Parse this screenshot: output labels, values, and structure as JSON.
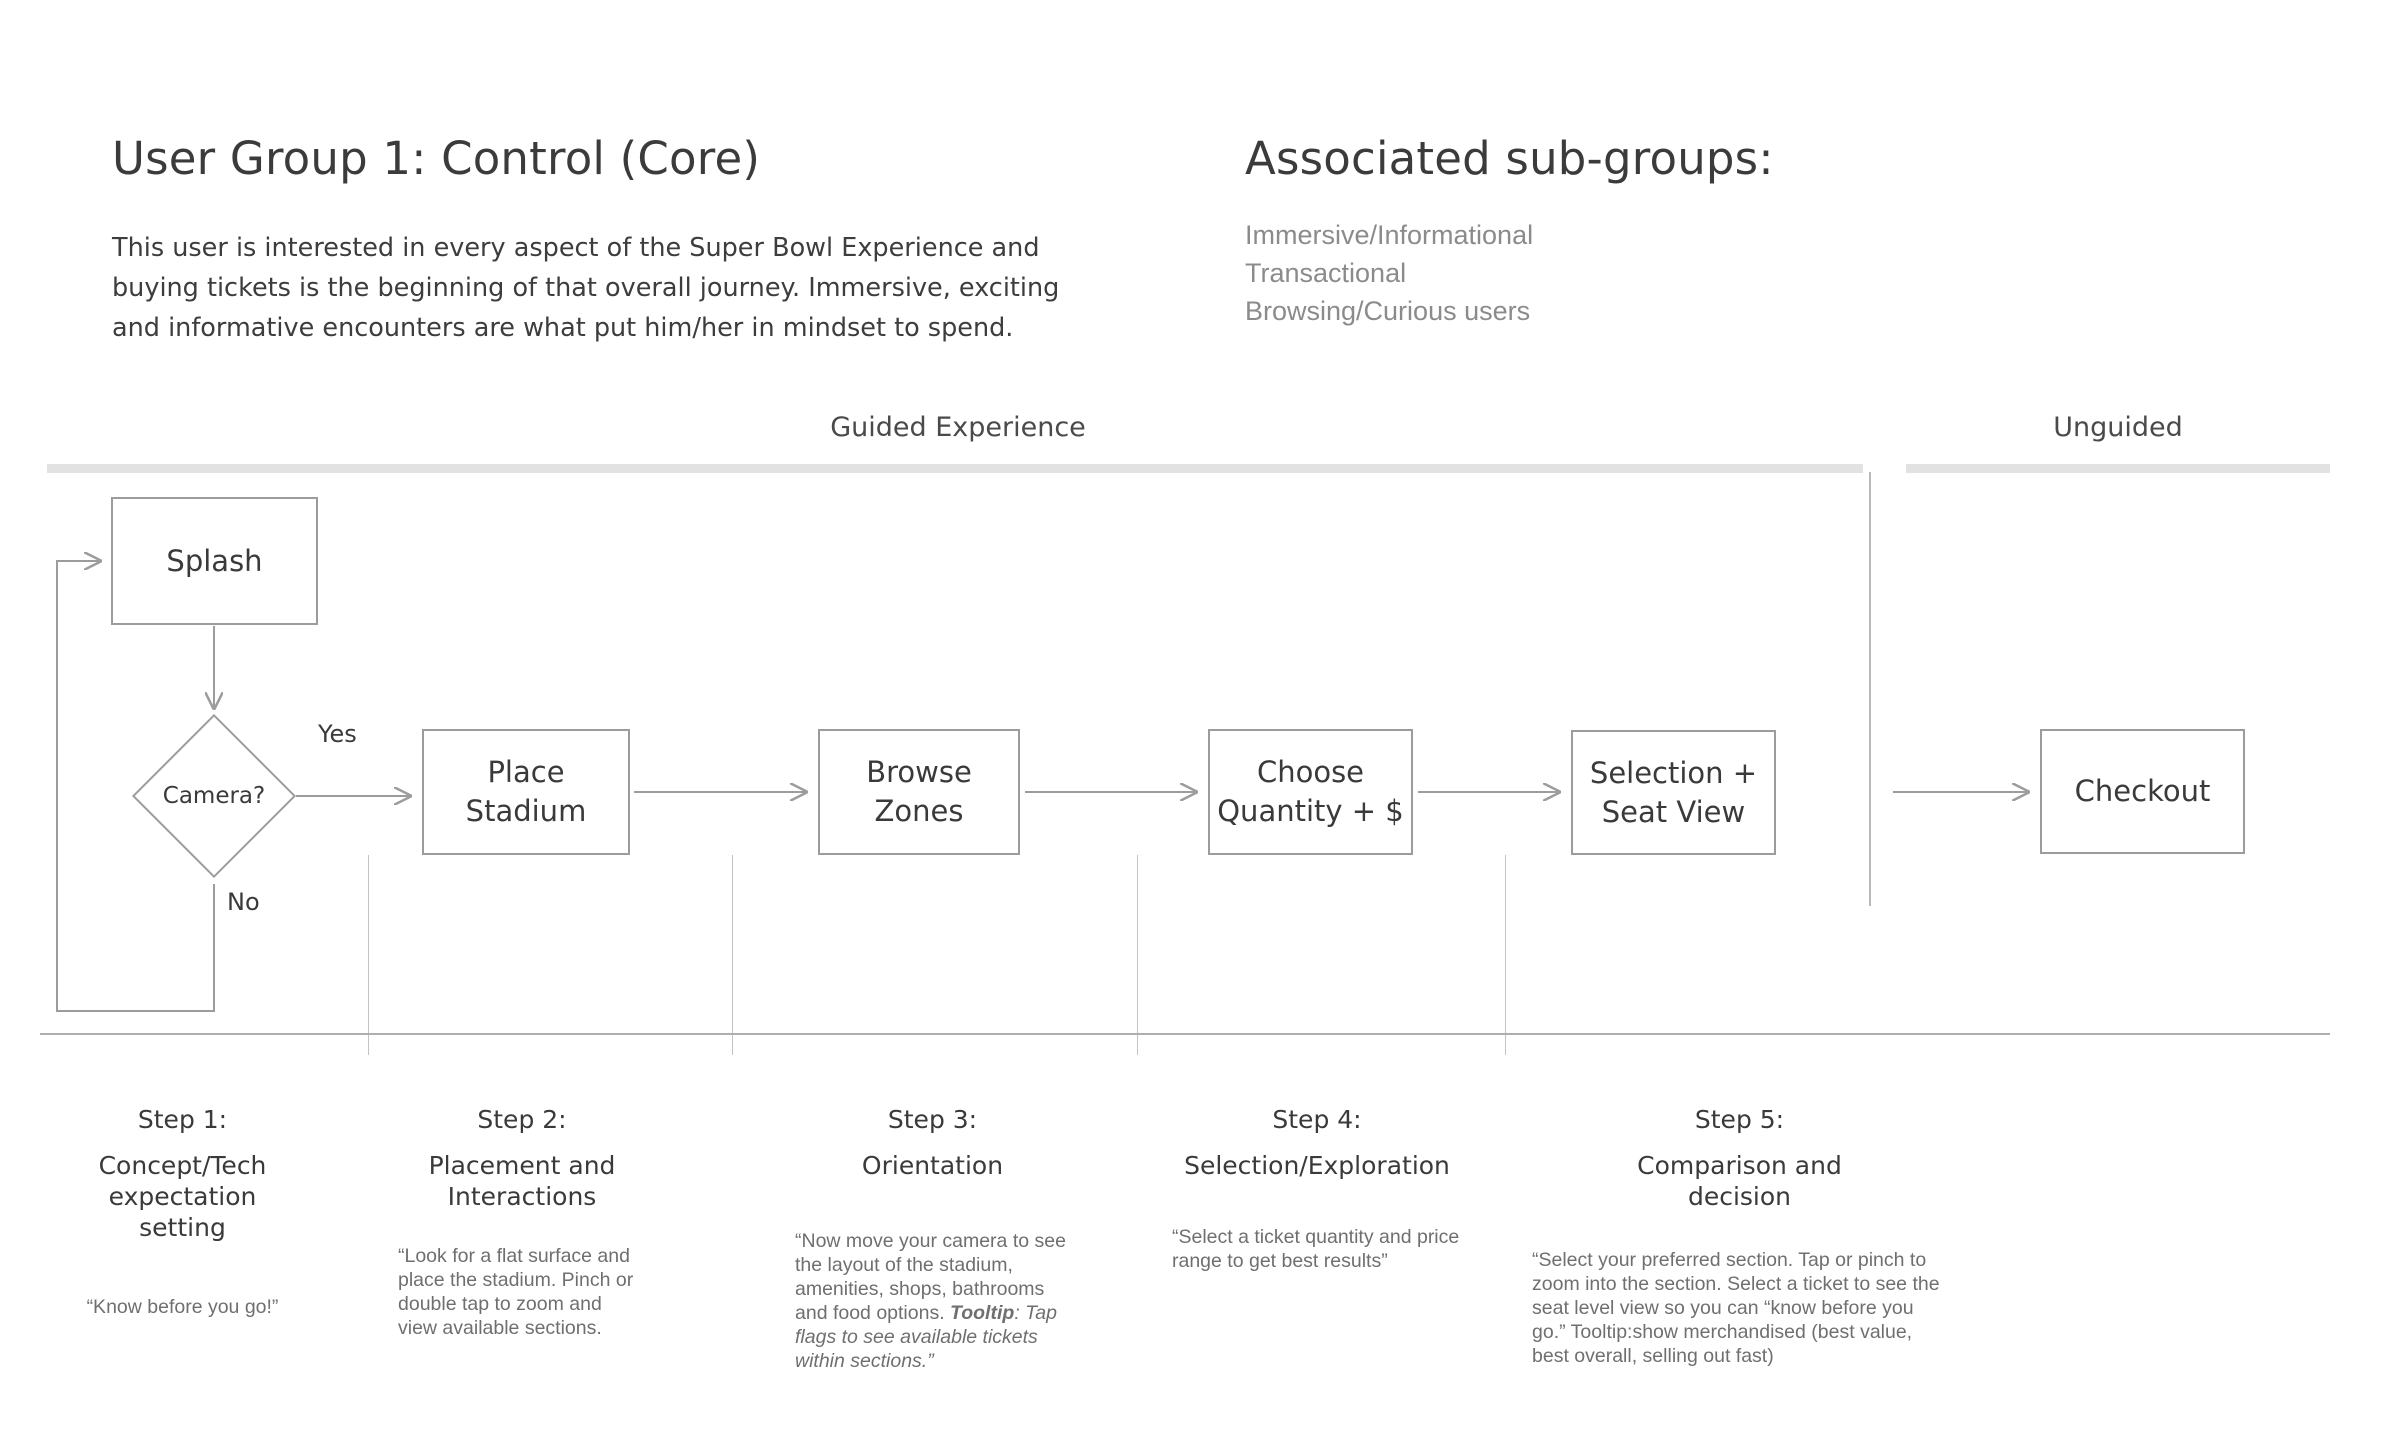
{
  "header": {
    "title_left": "User Group 1: Control (Core)",
    "description": "This user is interested in every aspect of the Super Bowl Experience and buying tickets is the beginning of that overall journey. Immersive, exciting and informative encounters are what put him/her in mindset to spend.",
    "title_right": "Associated sub-groups:",
    "subgroups": [
      "Immersive/Informational",
      "Transactional",
      "Browsing/Curious users"
    ]
  },
  "lanes": {
    "guided_label": "Guided Experience",
    "unguided_label": "Unguided"
  },
  "flow": {
    "nodes": {
      "splash": "Splash",
      "camera": "Camera?",
      "place_stadium": "Place Stadium",
      "browse_zones": "Browse Zones",
      "choose_quantity": "Choose\nQuantity + $",
      "choose_quantity_line1": "Choose",
      "choose_quantity_line2": "Quantity + $",
      "selection_line1": "Selection +",
      "selection_line2": "Seat View",
      "checkout": "Checkout"
    },
    "edge_labels": {
      "yes": "Yes",
      "no": "No"
    }
  },
  "steps": [
    {
      "number": "Step 1:",
      "name": "Concept/Tech\nexpectation setting",
      "name_line1": "Concept/Tech",
      "name_line2": "expectation setting",
      "quote": "“Know before you go!”"
    },
    {
      "number": "Step 2:",
      "name_line1": "Placement and",
      "name_line2": "Interactions",
      "quote": "“Look for a flat surface and place the stadium. Pinch or double tap to zoom and view available sections."
    },
    {
      "number": "Step 3:",
      "name_line1": "Orientation",
      "name_line2": "",
      "quote_plain": "“Now move your camera to see the layout of the stadium, amenities, shops, bathrooms and food options. ",
      "quote_bold": "Tooltip",
      "quote_italic": ": Tap flags to see available tickets within sections.”"
    },
    {
      "number": "Step 4:",
      "name_line1": "Selection/Exploration",
      "name_line2": "",
      "quote": "“Select a ticket quantity and price range to get best results”"
    },
    {
      "number": "Step 5:",
      "name_line1": "Comparison and",
      "name_line2": "decision",
      "quote": "“Select your preferred section. Tap or pinch to zoom into the section. Select a ticket to see the seat level view so you can “know before you go.” Tooltip:show merchandised (best value, best overall, selling out fast)"
    }
  ],
  "colors": {
    "node_border": "#9c9c9c",
    "lane_bar": "#e2e2e2",
    "text_dark": "#3a3a3a",
    "text_muted": "#6f6f6f",
    "subgroup_text": "#8b8b8b",
    "rule": "#aeaeae"
  }
}
